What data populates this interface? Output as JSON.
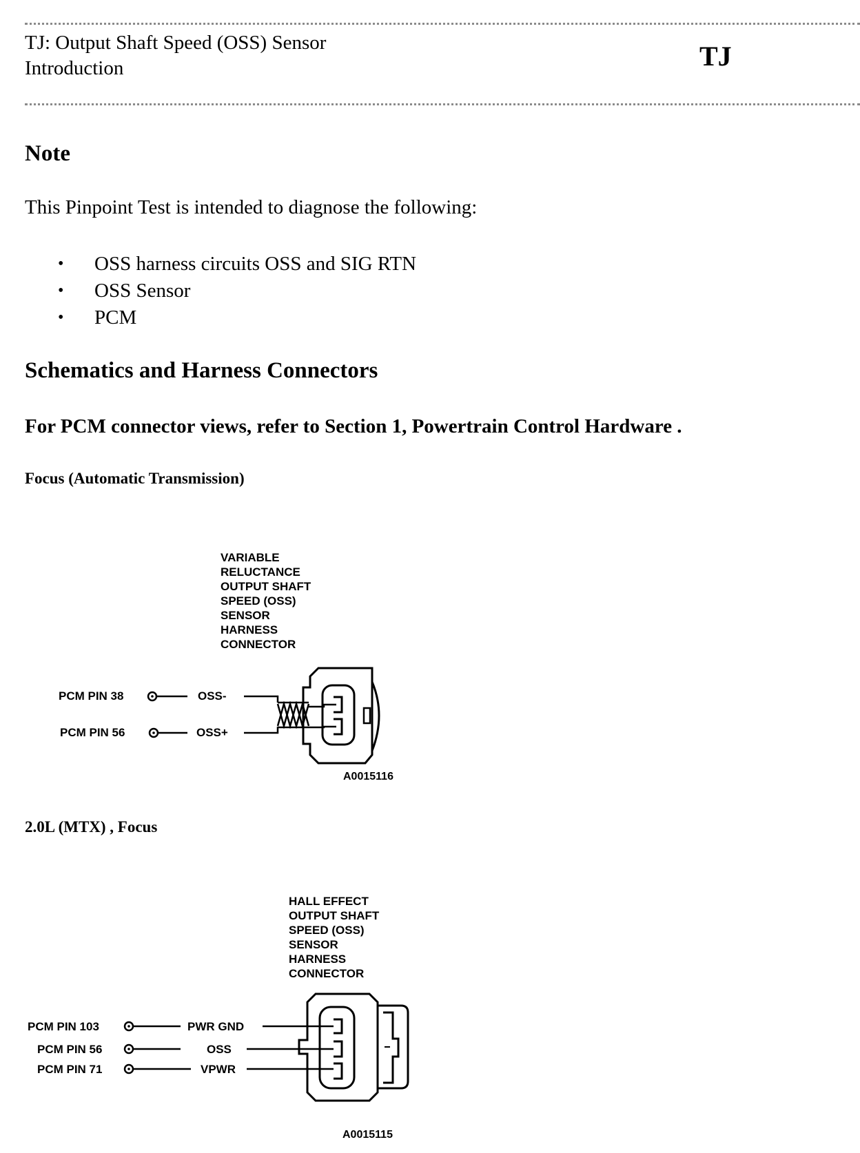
{
  "header": {
    "title_line1": "TJ: Output Shaft Speed (OSS) Sensor",
    "title_line2": "Introduction",
    "code": "TJ"
  },
  "note": {
    "heading": "Note",
    "intro": "This Pinpoint Test is intended to diagnose the following:",
    "items": [
      "OSS harness circuits OSS and SIG RTN",
      "OSS Sensor",
      "PCM"
    ],
    "bullet": "•"
  },
  "schematics": {
    "heading": "Schematics and Harness Connectors",
    "pcm_ref": "For PCM connector views, refer to Section 1, Powertrain Control Hardware ."
  },
  "figure1": {
    "caption": "Focus (Automatic Transmission)",
    "label_lines": [
      "VARIABLE",
      "RELUCTANCE",
      "OUTPUT SHAFT",
      "SPEED (OSS)",
      "SENSOR",
      "HARNESS",
      "CONNECTOR"
    ],
    "pins": [
      {
        "pin": "PCM PIN 38",
        "circuit": "OSS-"
      },
      {
        "pin": "PCM PIN 56",
        "circuit": "OSS+"
      }
    ],
    "figure_id": "A0015116"
  },
  "figure2": {
    "caption": "2.0L (MTX) , Focus",
    "label_lines": [
      "HALL EFFECT",
      "OUTPUT SHAFT",
      "SPEED (OSS)",
      "SENSOR",
      "HARNESS",
      "CONNECTOR"
    ],
    "pins": [
      {
        "pin": "PCM PIN 103",
        "circuit": "PWR GND"
      },
      {
        "pin": "PCM PIN 56",
        "circuit": "OSS"
      },
      {
        "pin": "PCM PIN 71",
        "circuit": "VPWR"
      }
    ],
    "figure_id": "A0015115"
  }
}
